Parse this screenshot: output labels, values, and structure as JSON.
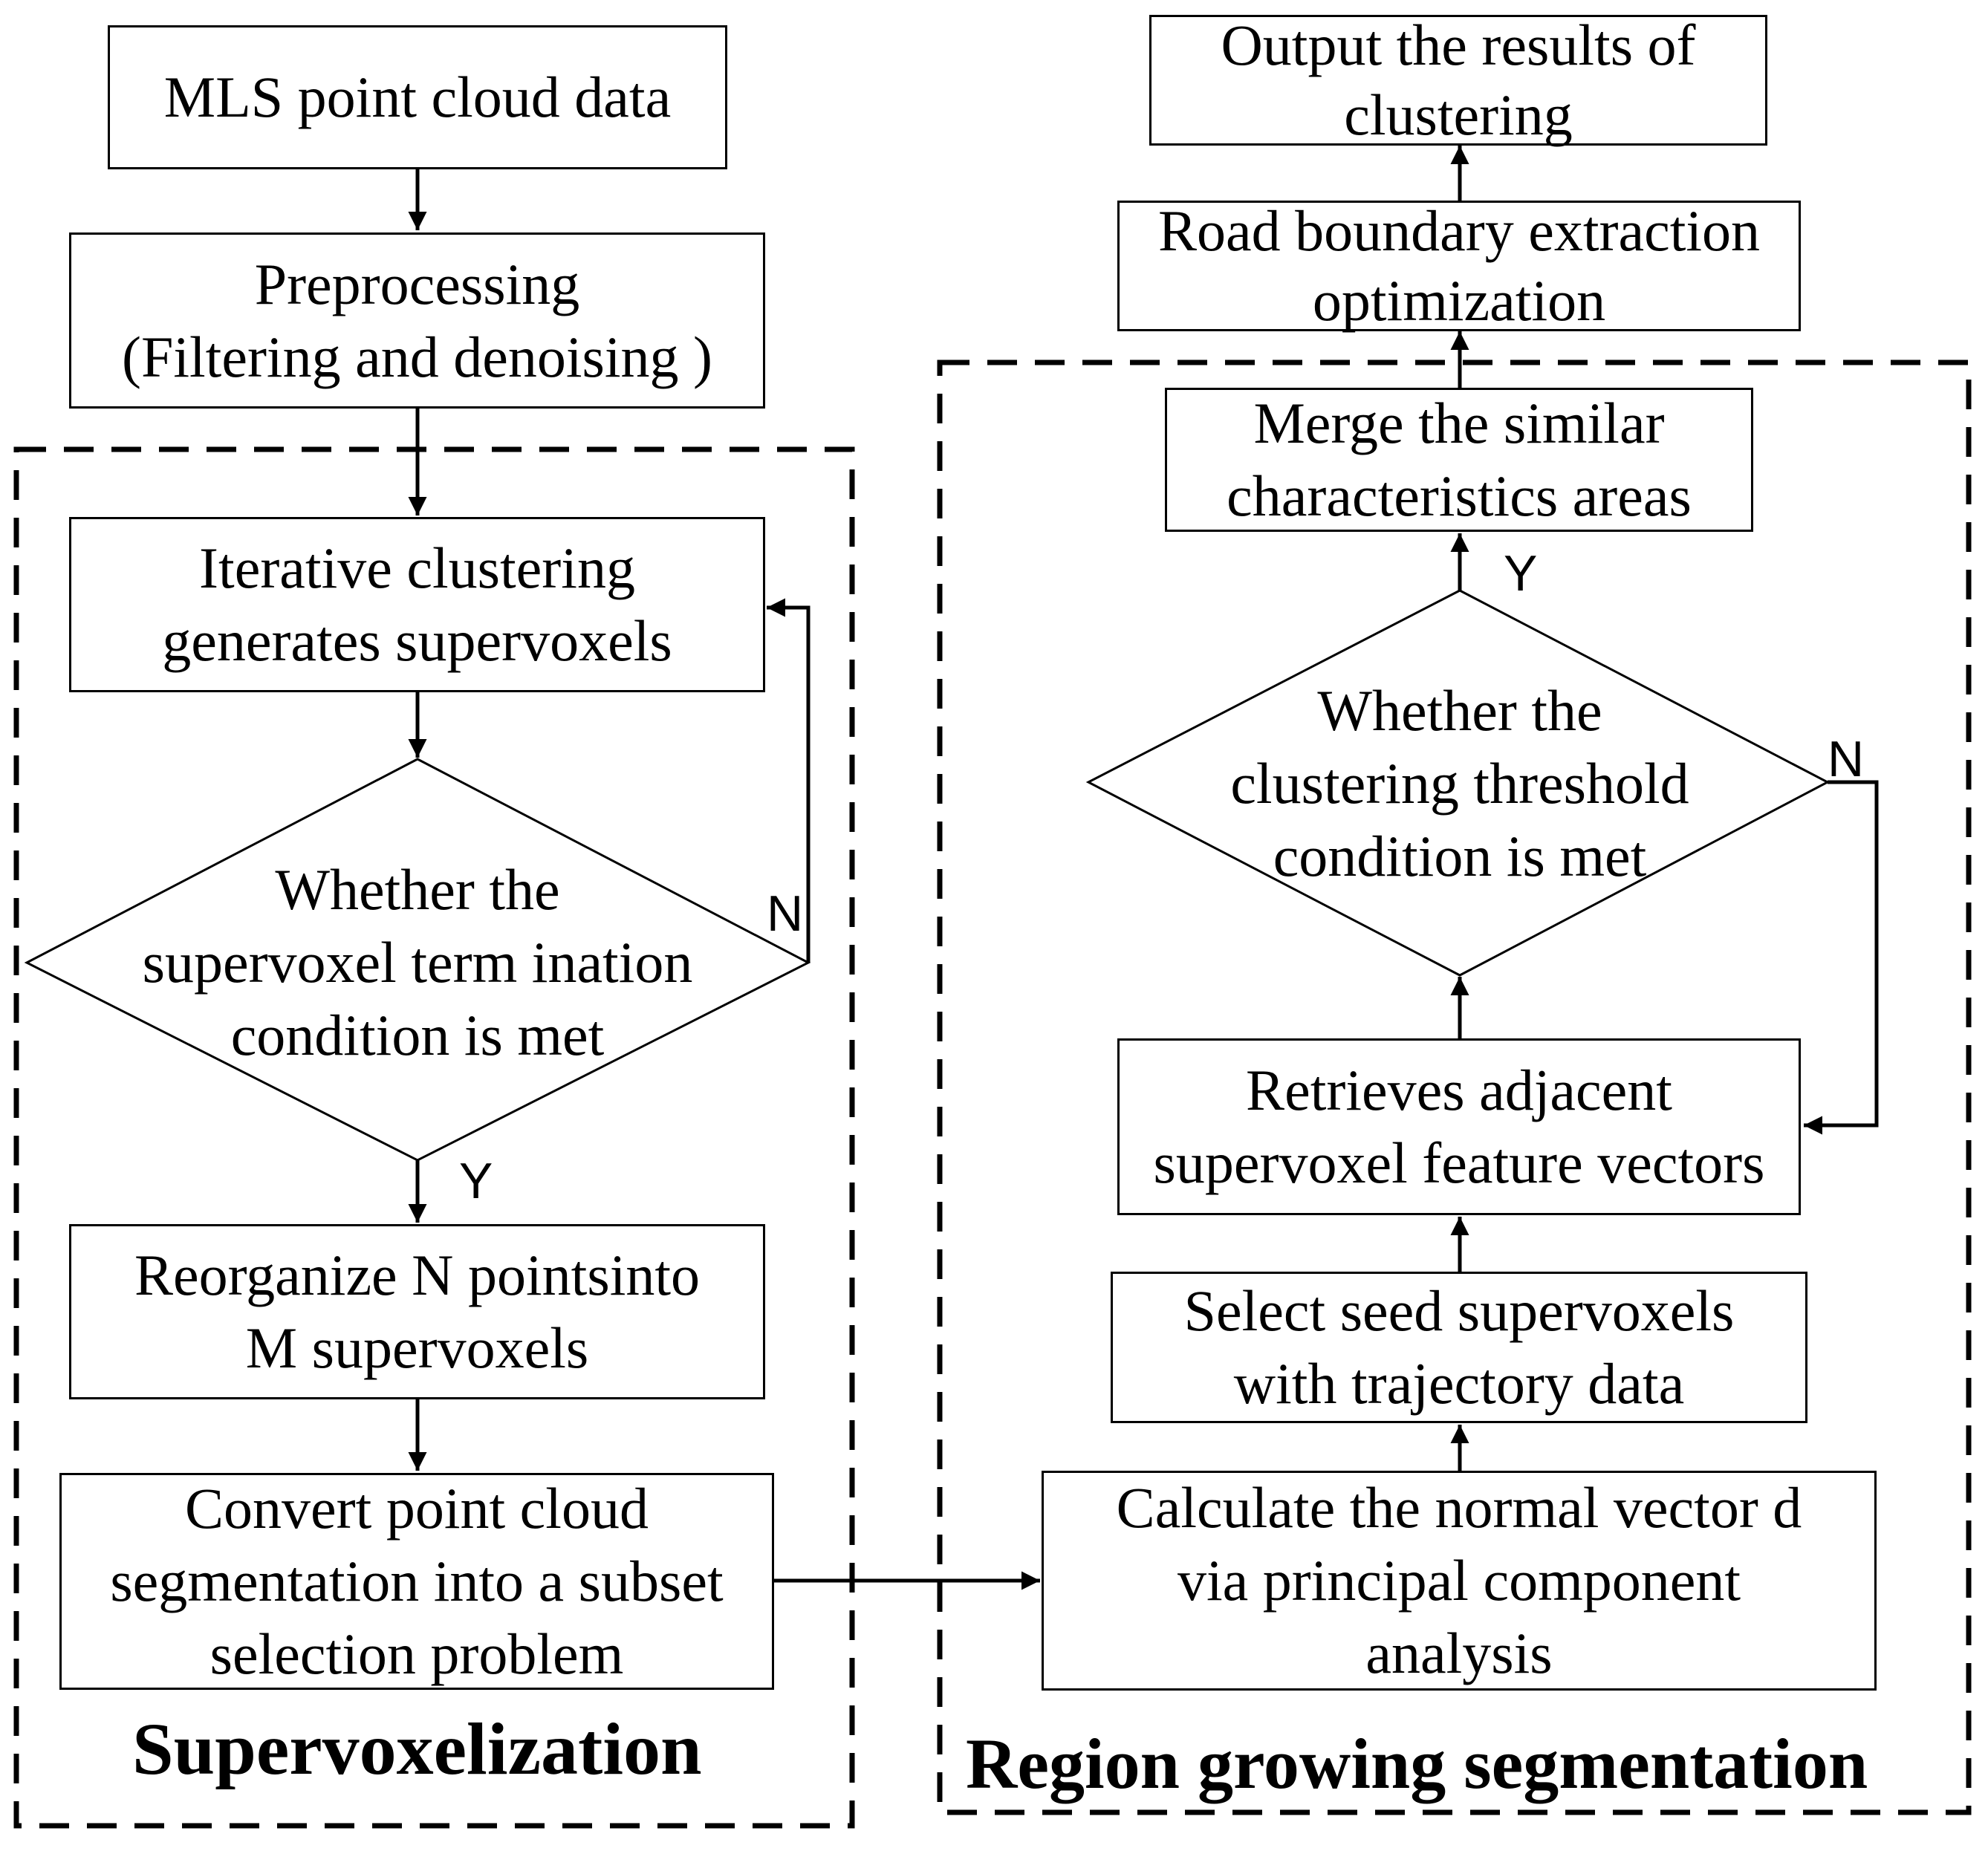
{
  "groups": {
    "supervoxelization": "Supervoxelization",
    "region_growing": "Region growing segmentation"
  },
  "nodes": {
    "mls_data": [
      "MLS point cloud data"
    ],
    "preprocessing": [
      "Preprocessing",
      "(Filtering and denoising )"
    ],
    "iterative_clustering": [
      "Iterative clustering",
      "generates supervoxels"
    ],
    "supervoxel_decision": [
      "Whether the",
      "supervoxel term ination",
      "condition is met"
    ],
    "reorganize": [
      "Reorganize N pointsinto",
      "M supervoxels"
    ],
    "convert": [
      "Convert point cloud",
      "segmentation into a subset",
      "selection problem"
    ],
    "calculate_normal": [
      "Calculate the normal vector d",
      "via principal component",
      "analysis"
    ],
    "select_seed": [
      "Select seed supervoxels",
      "with trajectory data"
    ],
    "retrieves_adjacent": [
      "Retrieves adjacent",
      "supervoxel feature vectors"
    ],
    "threshold_decision": [
      "Whether the",
      "clustering threshold",
      "condition is met"
    ],
    "merge": [
      "Merge the similar",
      "characteristics areas"
    ],
    "road_boundary": [
      "Road boundary extraction",
      "optimization"
    ],
    "output": [
      "Output the results of",
      "clustering"
    ]
  },
  "branch_labels": {
    "supervoxel_no": "N",
    "supervoxel_yes": "Y",
    "threshold_no": "N",
    "threshold_yes": "Y"
  }
}
